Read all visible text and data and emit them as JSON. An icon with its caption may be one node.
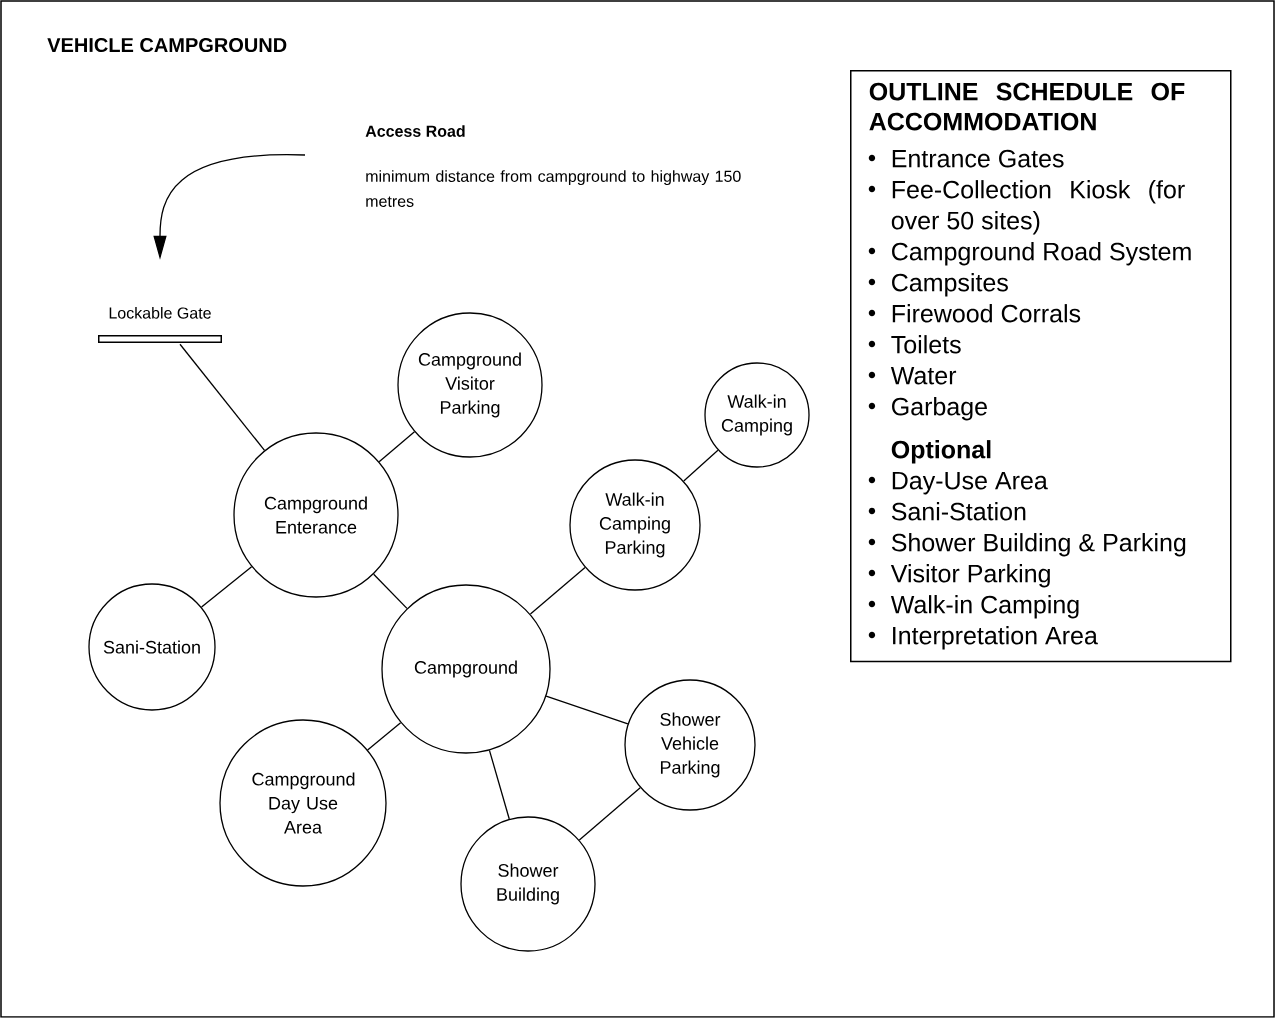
{
  "diagram": {
    "title": "VEHICLE CAMPGROUND",
    "nodes": [
      {
        "text": [
          "Lockable Gate"
        ]
      },
      {
        "text": [
          "Campground Visitor Parking"
        ]
      },
      {
        "text": [
          "Walk-in Camping"
        ]
      },
      {
        "text": [
          "Campground Enterance"
        ]
      },
      {
        "text": [
          "Walk-in Camping Parking"
        ]
      },
      {
        "text": [
          "Sani-Station"
        ]
      },
      {
        "text": [
          "Campground"
        ]
      },
      {
        "text": [
          "Shower Vehicle Parking"
        ]
      },
      {
        "text": [
          "Campground Day Use Area"
        ]
      },
      {
        "text": [
          "Shower Building"
        ]
      },
      {
        "text": [
          "OUTLINE SCHEDULE OF ACCOMMODATION",
          "Entrance Gates",
          "Fee-Collection Kiosk (for over 50 sites)",
          "Campground Road System",
          "Campsites",
          "Firewood Corrals",
          "Toilets",
          "Water",
          "Garbage",
          "Optional",
          "Day-Use Area",
          "Sani-Station",
          "Shower Building & Parking",
          "Visitor Parking",
          "Walk-in Camping",
          "Interpretation Area"
        ]
      }
    ],
    "edges": [
      {
        "from": null,
        "to": 0,
        "arrow": "to"
      },
      {
        "from": 0,
        "to": 3,
        "arrow": "none"
      },
      {
        "from": 3,
        "to": 1,
        "arrow": "none"
      },
      {
        "from": 3,
        "to": 5,
        "arrow": "none"
      },
      {
        "from": 3,
        "to": 6,
        "arrow": "none"
      },
      {
        "from": 6,
        "to": 4,
        "arrow": "none"
      },
      {
        "from": 4,
        "to": 2,
        "arrow": "none"
      },
      {
        "from": 6,
        "to": 8,
        "arrow": "none"
      },
      {
        "from": 6,
        "to": 7,
        "arrow": "none"
      },
      {
        "from": 6,
        "to": 9,
        "arrow": "none"
      },
      {
        "from": 9,
        "to": 7,
        "arrow": "none"
      }
    ],
    "labels": [
      "Access Road",
      "minimum distance from campground to highway 150 metres"
    ]
  }
}
